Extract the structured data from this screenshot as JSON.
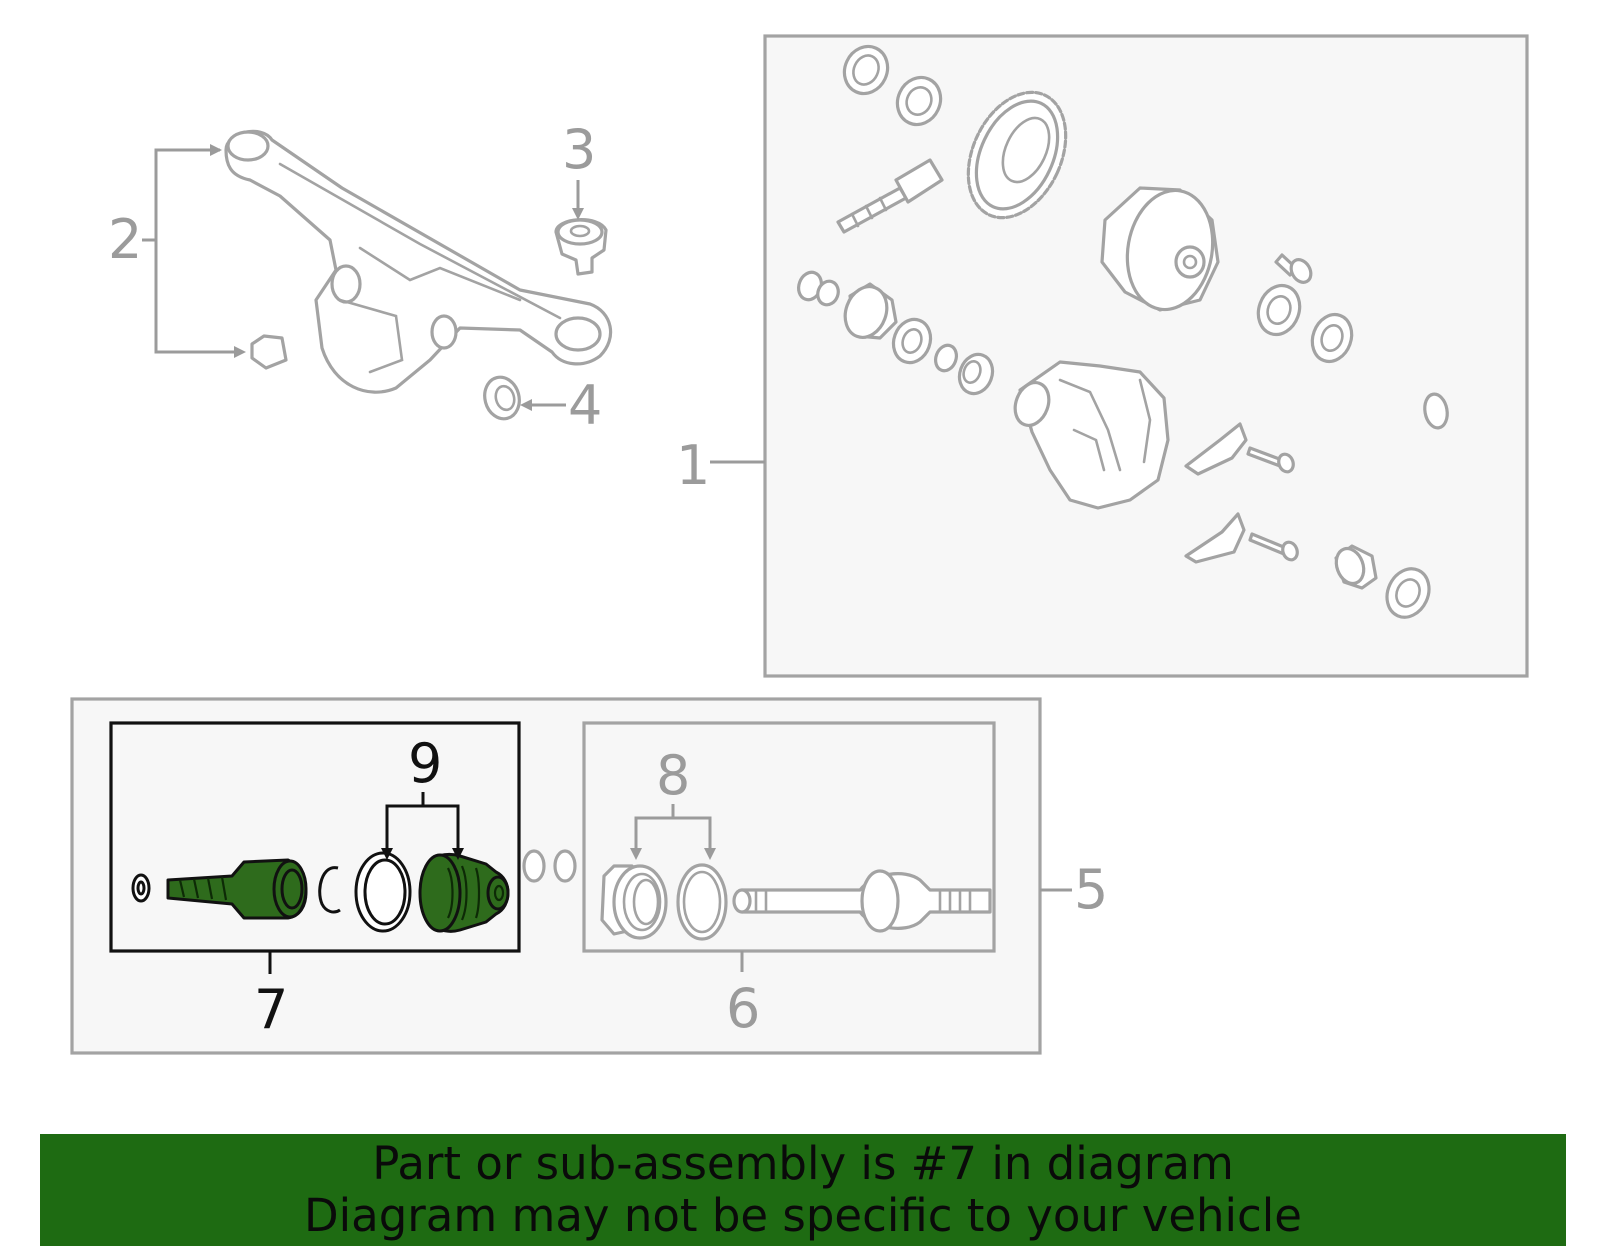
{
  "callouts": {
    "c1": "1",
    "c2": "2",
    "c3": "3",
    "c4": "4",
    "c5": "5",
    "c6": "6",
    "c7": "7",
    "c8": "8",
    "c9": "9"
  },
  "banner": {
    "line1": "Part or sub-assembly is #7 in diagram",
    "line2": "Diagram may not be specific to your vehicle"
  },
  "colors": {
    "highlight_part": "#2e6b1c",
    "banner_background": "#1e6b12",
    "unhighlighted_linework": "#a3a3a3",
    "highlight_box": "#111111",
    "panel_fill": "#f7f7f7"
  }
}
